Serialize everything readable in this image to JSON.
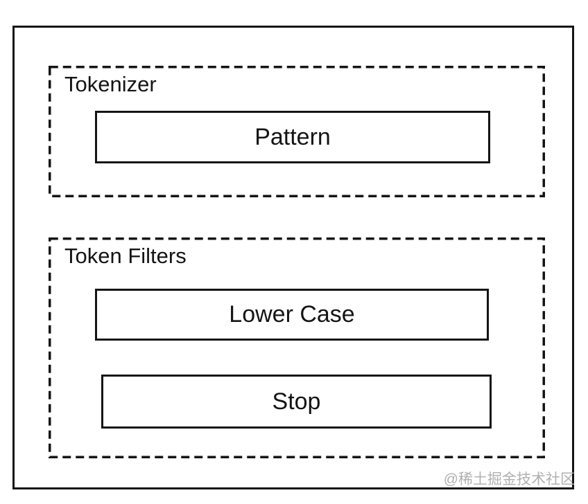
{
  "colors": {
    "ink": "#141414",
    "background": "#ffffff",
    "watermark": "#b0b0b0"
  },
  "diagram": {
    "groups": [
      {
        "label": "Tokenizer",
        "nodes": [
          {
            "label": "Pattern"
          }
        ]
      },
      {
        "label": "Token Filters",
        "nodes": [
          {
            "label": "Lower Case"
          },
          {
            "label": "Stop"
          }
        ]
      }
    ],
    "watermark": "@稀土掘金技术社区"
  }
}
